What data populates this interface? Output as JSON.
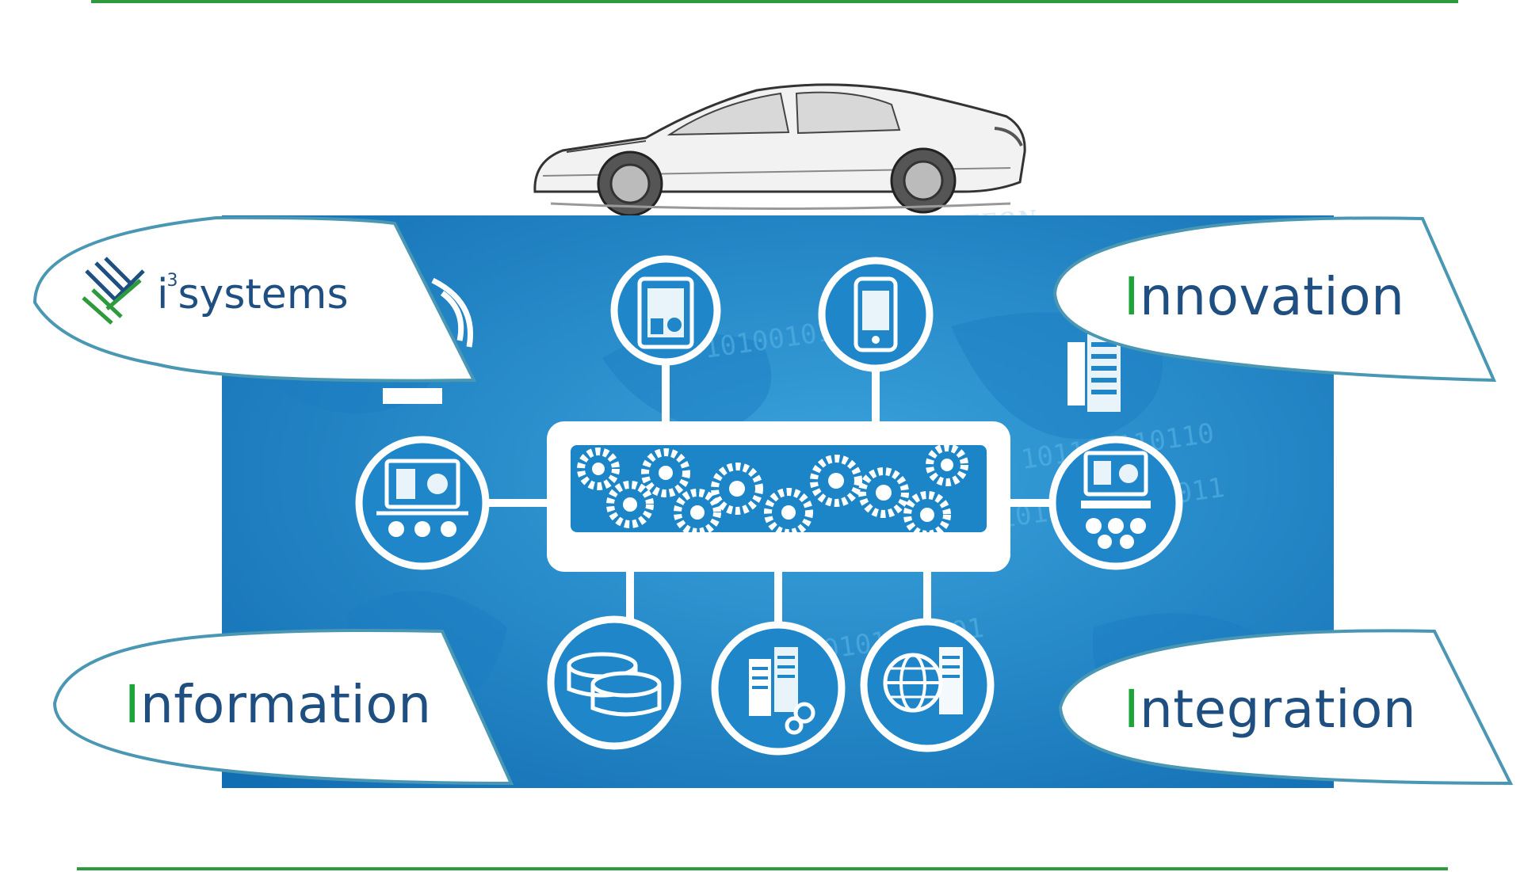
{
  "logo": {
    "letter": "i",
    "superscript": "3",
    "word": "systems"
  },
  "callouts": {
    "innovation": {
      "initial": "I",
      "rest": "nnovation"
    },
    "information": {
      "initial": "I",
      "rest": "nformation"
    },
    "integration": {
      "initial": "I",
      "rest": "ntegration"
    }
  },
  "car": {
    "signature": "ARTEON"
  },
  "colors": {
    "rule_green": "#2e9a3e",
    "text_blue": "#1f4f80",
    "initial_green": "#1ea53a",
    "panel_blue": "#1f86c9",
    "callout_border": "#4a97b4"
  },
  "icons": [
    "tablet-chart-icon",
    "smartphone-chart-icon",
    "buildings-icon",
    "presentation-audience-icon",
    "gears-hub-icon",
    "monitor-team-icon",
    "database-icon",
    "server-gears-icon",
    "globe-server-icon",
    "wifi-signal-icon"
  ]
}
